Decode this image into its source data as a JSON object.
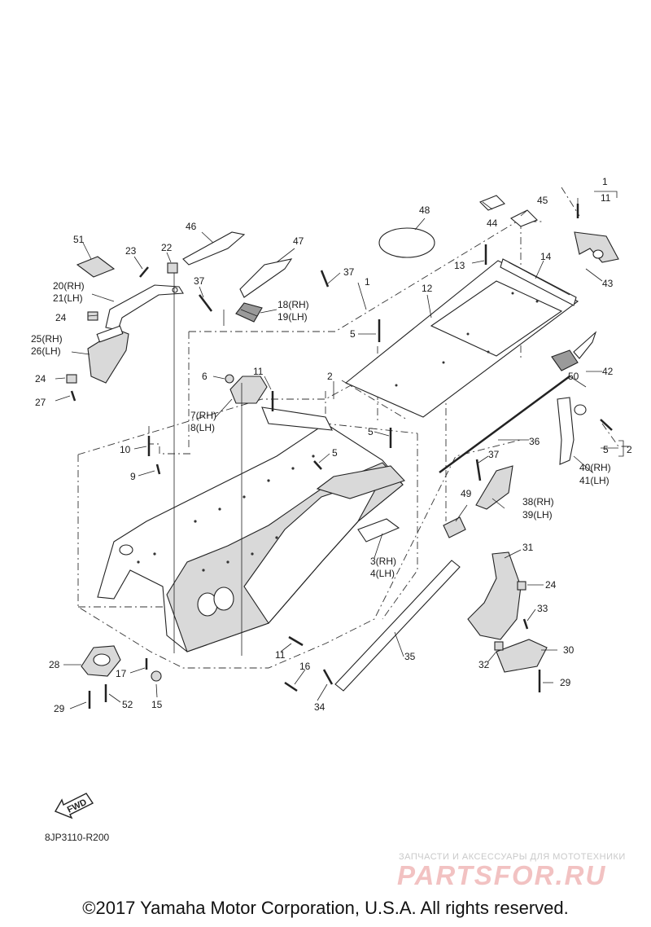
{
  "callouts": [
    {
      "id": "c1",
      "text": "1"
    },
    {
      "id": "c1b",
      "text": "1"
    },
    {
      "id": "c11a",
      "text": "11"
    },
    {
      "id": "c2",
      "text": "2"
    },
    {
      "id": "c2b",
      "text": "2"
    },
    {
      "id": "c3",
      "text": "3(RH)"
    },
    {
      "id": "c4",
      "text": "4(LH)"
    },
    {
      "id": "c5a",
      "text": "5"
    },
    {
      "id": "c5b",
      "text": "5"
    },
    {
      "id": "c5c",
      "text": "5"
    },
    {
      "id": "c5d",
      "text": "5"
    },
    {
      "id": "c6",
      "text": "6"
    },
    {
      "id": "c7",
      "text": "7(RH)"
    },
    {
      "id": "c8",
      "text": "8(LH)"
    },
    {
      "id": "c9",
      "text": "9"
    },
    {
      "id": "c10",
      "text": "10"
    },
    {
      "id": "c11b",
      "text": "11"
    },
    {
      "id": "c11c",
      "text": "11"
    },
    {
      "id": "c12",
      "text": "12"
    },
    {
      "id": "c13",
      "text": "13"
    },
    {
      "id": "c14",
      "text": "14"
    },
    {
      "id": "c15",
      "text": "15"
    },
    {
      "id": "c16",
      "text": "16"
    },
    {
      "id": "c17",
      "text": "17"
    },
    {
      "id": "c18",
      "text": "18(RH)"
    },
    {
      "id": "c19",
      "text": "19(LH)"
    },
    {
      "id": "c20",
      "text": "20(RH)"
    },
    {
      "id": "c21",
      "text": "21(LH)"
    },
    {
      "id": "c22",
      "text": "22"
    },
    {
      "id": "c23",
      "text": "23"
    },
    {
      "id": "c24a",
      "text": "24"
    },
    {
      "id": "c24b",
      "text": "24"
    },
    {
      "id": "c24c",
      "text": "24"
    },
    {
      "id": "c25",
      "text": "25(RH)"
    },
    {
      "id": "c26",
      "text": "26(LH)"
    },
    {
      "id": "c27",
      "text": "27"
    },
    {
      "id": "c28",
      "text": "28"
    },
    {
      "id": "c29a",
      "text": "29"
    },
    {
      "id": "c29b",
      "text": "29"
    },
    {
      "id": "c30",
      "text": "30"
    },
    {
      "id": "c31",
      "text": "31"
    },
    {
      "id": "c32",
      "text": "32"
    },
    {
      "id": "c33",
      "text": "33"
    },
    {
      "id": "c34",
      "text": "34"
    },
    {
      "id": "c35",
      "text": "35"
    },
    {
      "id": "c36",
      "text": "36"
    },
    {
      "id": "c37a",
      "text": "37"
    },
    {
      "id": "c37b",
      "text": "37"
    },
    {
      "id": "c37c",
      "text": "37"
    },
    {
      "id": "c38",
      "text": "38(RH)"
    },
    {
      "id": "c39",
      "text": "39(LH)"
    },
    {
      "id": "c40",
      "text": "40(RH)"
    },
    {
      "id": "c41",
      "text": "41(LH)"
    },
    {
      "id": "c42",
      "text": "42"
    },
    {
      "id": "c43",
      "text": "43"
    },
    {
      "id": "c44",
      "text": "44"
    },
    {
      "id": "c45",
      "text": "45"
    },
    {
      "id": "c46",
      "text": "46"
    },
    {
      "id": "c47",
      "text": "47"
    },
    {
      "id": "c48",
      "text": "48"
    },
    {
      "id": "c49",
      "text": "49"
    },
    {
      "id": "c50",
      "text": "50"
    },
    {
      "id": "c51",
      "text": "51"
    },
    {
      "id": "c52",
      "text": "52"
    }
  ],
  "fwd_label": "FWD",
  "drawing_code": "8JP3110-R200",
  "watermark": {
    "tagline": "ЗАПЧАСТИ И АКСЕССУАРЫ ДЛЯ МОТОТЕХНИКИ",
    "logo": "PARTSFOR.RU"
  },
  "copyright": "©2017 Yamaha Motor Corporation, U.S.A. All rights reserved."
}
